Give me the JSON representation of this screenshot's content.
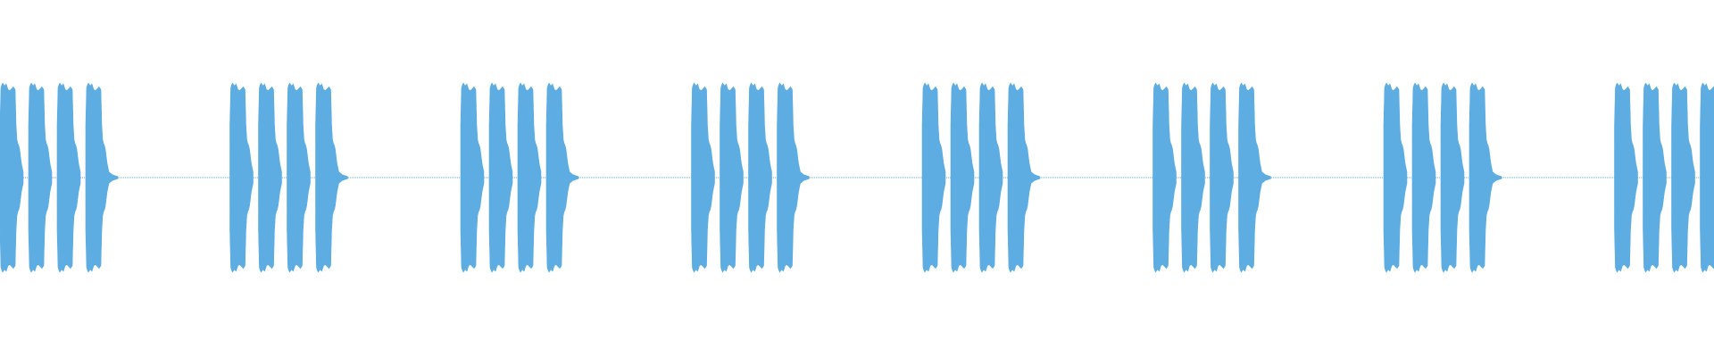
{
  "waveform": {
    "color": "#5dade2",
    "background": "#ffffff",
    "groups_count": 8,
    "bursts_per_group": 4,
    "burst_amplitude": 1.0,
    "shoulder_level": 0.55,
    "baseline_level": 0.0
  }
}
